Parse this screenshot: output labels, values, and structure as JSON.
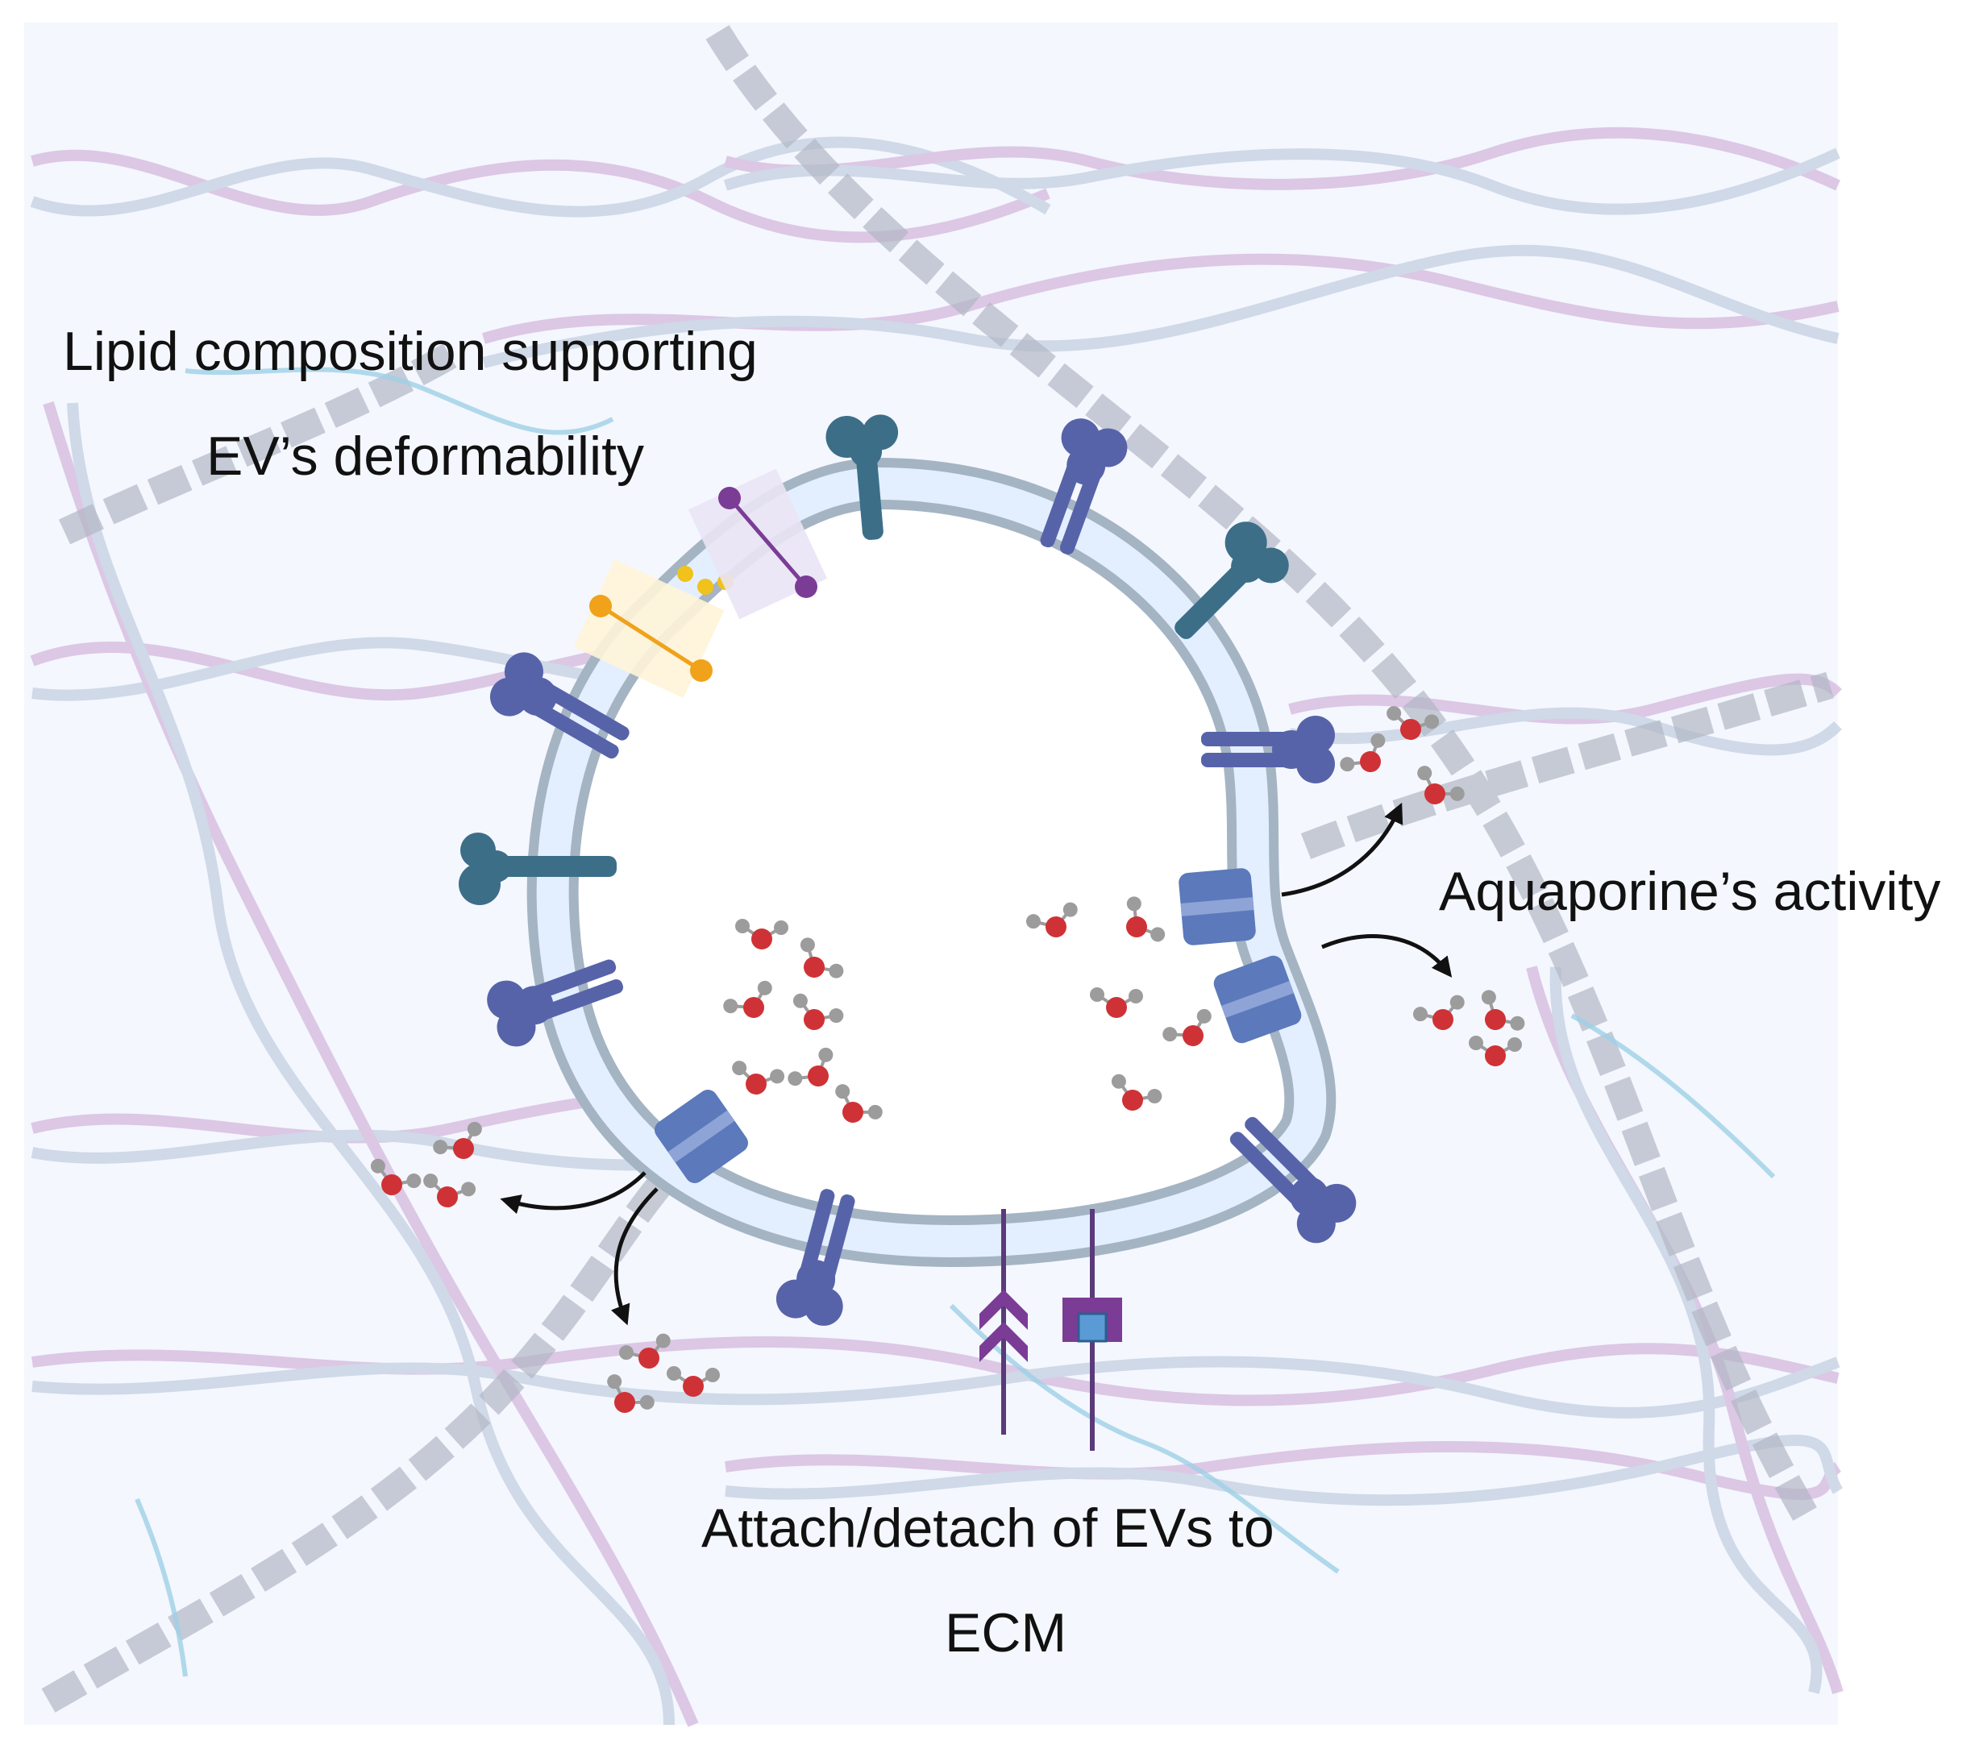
{
  "labels": {
    "lipid_line1": "Lipid composition supporting",
    "lipid_line2": "EV’s deformability",
    "aquaporine": "Aquaporine’s activity",
    "ecm_line1": "Attach/detach of EVs to",
    "ecm_line2": "ECM"
  },
  "colors": {
    "background": "#f4f7fd",
    "membrane_outer": "#a4b4c3",
    "membrane_inner": "#e3efff",
    "receptor_teal": "#3c6e88",
    "receptor_blue": "#5763a9",
    "aquaporin": "#5b79bb",
    "lipid_purple": "#7b3c96",
    "lipid_orange": "#f0a21b",
    "oxygen": "#cf3236",
    "hydrogen": "#9c9c9c",
    "collagen_pink": "#d5b8de",
    "collagen_blue": "#c3cfe2",
    "chain_grey": "#b2b7c5",
    "arrow": "#111111"
  }
}
